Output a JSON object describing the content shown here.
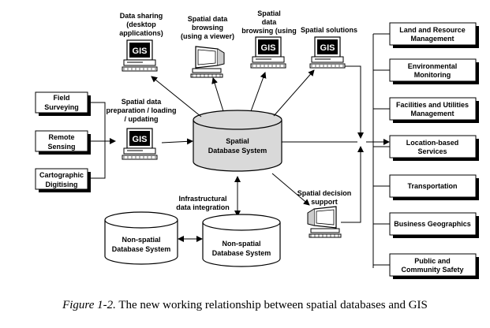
{
  "diagram": {
    "inputs": [
      "Field Surveying",
      "Remote Sensing",
      "Cartographic Digitising"
    ],
    "applications": [
      "Land and Resource Management",
      "Environmental Monitoring",
      "Facilities and Utilities Management",
      "Location-based Services",
      "Transportation",
      "Business Geographics",
      "Public and Community Safety"
    ],
    "central_db": "Spatial Database System",
    "nonspatial_db_1": "Non-spatial Database System",
    "nonspatial_db_2": "Non-spatial Database System",
    "computers": {
      "data_sharing": "Data sharing (desktop applications)",
      "browsing_viewer": "Spatial data browsing (using a viewer)",
      "browsing_gis": "Spatial data browsing (using GIS)",
      "solutions": "Spatial solutions",
      "preparation": "Spatial data preparation / loading / updating",
      "decision_support": "Spatial decision support"
    },
    "infra_label": "Infrastructural data integration",
    "gis_badge": "GIS"
  },
  "caption": {
    "label": "Figure 1-2.",
    "text": " The new working relationship between spatial databases and GIS"
  }
}
